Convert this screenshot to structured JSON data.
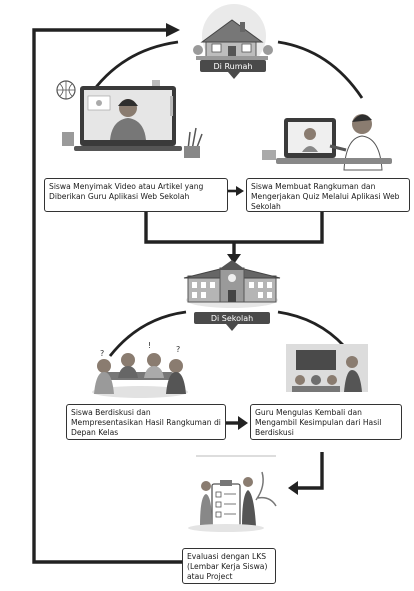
{
  "home": {
    "label": "Di Rumah"
  },
  "school": {
    "label": "Di Sekolah"
  },
  "steps": {
    "watch_video": "Siswa Menyimak Video atau Artikel yang Diberikan Guru Aplikasi Web Sekolah",
    "make_summary": "Siswa Membuat Rangkuman dan Mengerjakan Quiz Melalui Aplikasi Web Sekolah",
    "discuss": "Siswa Berdiskusi dan Mempresentasikan Hasil Rangkuman di Depan Kelas",
    "teacher_review": "Guru Mengulas Kembali dan Mengambil Kesimpulan dari Hasil Berdiskusi",
    "evaluation": "Evaluasi dengan LKS (Lembar Kerja Siswa) atau Project"
  }
}
